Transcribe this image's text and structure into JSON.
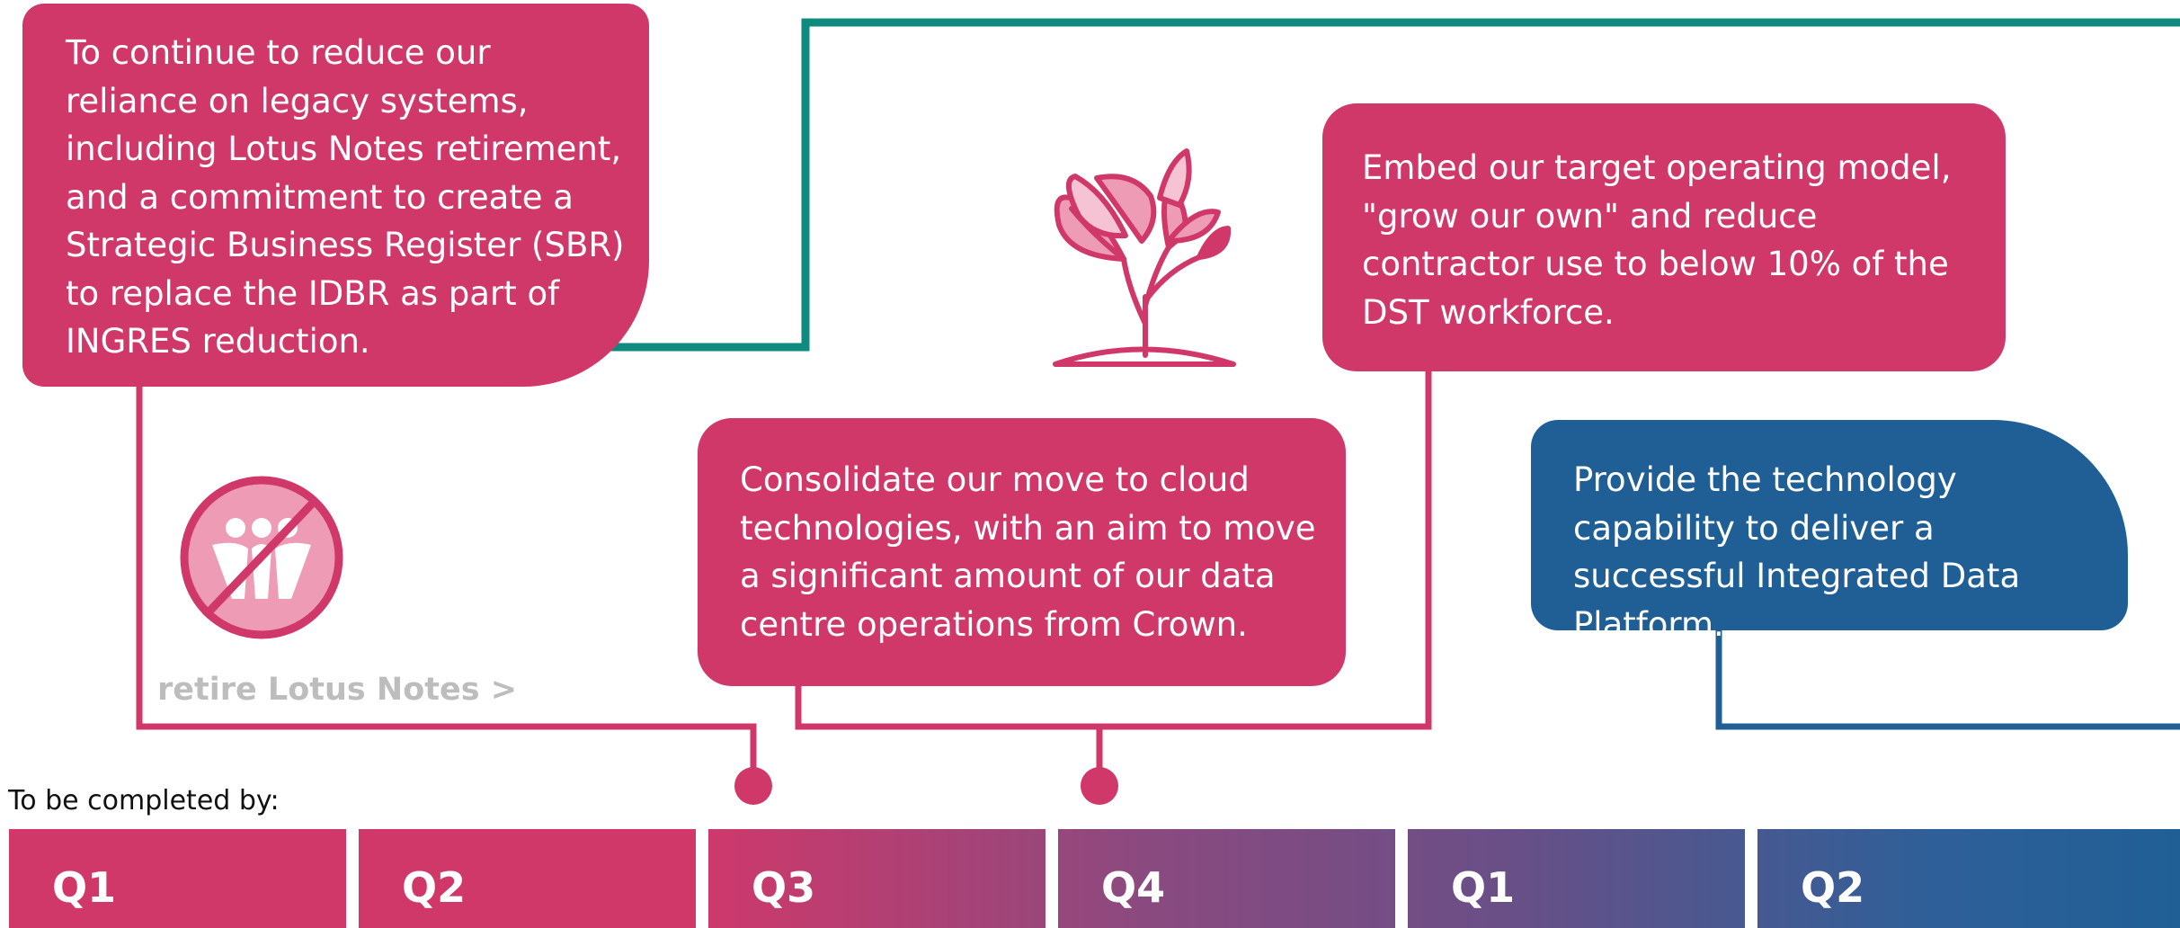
{
  "boxes": {
    "legacy": "To continue to reduce our reliance on legacy systems, including Lotus Notes retirement, and a commitment to create a Strategic Business Register (SBR) to replace the IDBR as part of INGRES reduction.",
    "operating": "Embed our target operating model, \"grow our own\" and reduce contractor use to below 10% of the DST workforce.",
    "cloud": "Consolidate our move to cloud technologies, with an aim to move a significant amount of our data centre operations from Crown.",
    "data_platform": "Provide the technology capability to deliver a successful Integrated Data Platform."
  },
  "lotus_link": "retire Lotus Notes >",
  "timeline": {
    "label": "To be completed by:",
    "quarters": [
      "Q1",
      "Q2",
      "Q3",
      "Q4",
      "Q1",
      "Q2"
    ]
  },
  "icons": [
    "plant-icon",
    "no-lotus-notes-icon"
  ],
  "colors": {
    "pink": "#d1386a",
    "blue": "#1f5f95",
    "teal": "#0e8a7e",
    "grey_text": "#bdbdbd"
  }
}
